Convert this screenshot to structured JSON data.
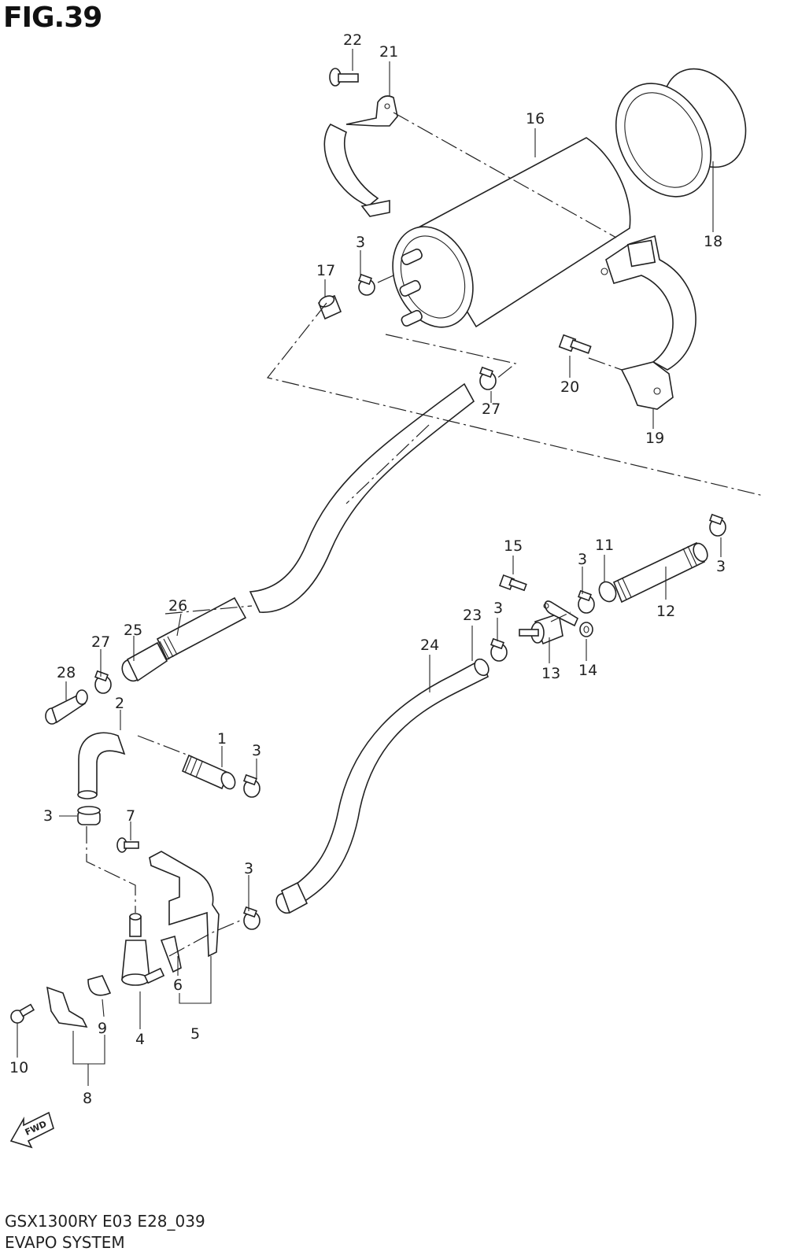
{
  "header": {
    "figure_label": "FIG.39"
  },
  "footer": {
    "model_code": "GSX1300RY E03 E28_039",
    "system_name": "EVAPO SYSTEM"
  },
  "fwd_label": "FWD",
  "callouts": {
    "c1": "1",
    "c2": "2",
    "c3a": "3",
    "c3b": "3",
    "c3c": "3",
    "c3d": "3",
    "c3e": "3",
    "c3f": "3",
    "c3g": "3",
    "c4": "4",
    "c5": "5",
    "c6": "6",
    "c7": "7",
    "c8": "8",
    "c9": "9",
    "c10": "10",
    "c11": "11",
    "c12": "12",
    "c13": "13",
    "c14": "14",
    "c15": "15",
    "c16": "16",
    "c17": "17",
    "c18": "18",
    "c19": "19",
    "c20": "20",
    "c21": "21",
    "c22": "22",
    "c23": "23",
    "c24": "24",
    "c25": "25",
    "c26": "26",
    "c27a": "27",
    "c27b": "27",
    "c28": "28"
  }
}
